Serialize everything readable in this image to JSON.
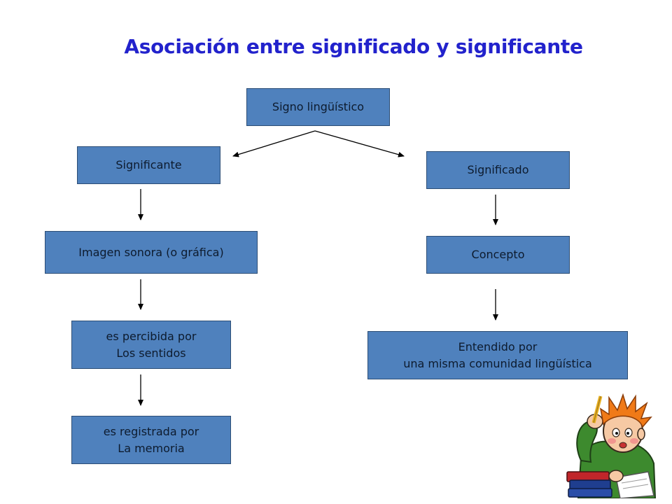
{
  "title": "Asociación entre significado y significante",
  "nodes": {
    "signo": "Signo lingüístico",
    "significante": "Significante",
    "significado": "Significado",
    "imagen": "Imagen sonora (o gráfica)",
    "concepto": "Concepto",
    "percibida": [
      "es percibida por",
      "Los sentidos"
    ],
    "entendido": [
      "Entendido por",
      "una misma comunidad lingüística"
    ],
    "registrada": [
      "es registrada por",
      "La memoria"
    ]
  },
  "edges": [
    {
      "from": "signo",
      "to": "significante"
    },
    {
      "from": "signo",
      "to": "significado"
    },
    {
      "from": "significante",
      "to": "imagen"
    },
    {
      "from": "imagen",
      "to": "percibida"
    },
    {
      "from": "percibida",
      "to": "registrada"
    },
    {
      "from": "significado",
      "to": "concepto"
    },
    {
      "from": "concepto",
      "to": "entendido"
    }
  ],
  "colors": {
    "title": "#2222cc",
    "box_fill": "#4f81bd",
    "box_border": "#2c4d75",
    "arrow": "#000000"
  },
  "decoration": {
    "icon": "student-thinking-clipart-icon"
  }
}
